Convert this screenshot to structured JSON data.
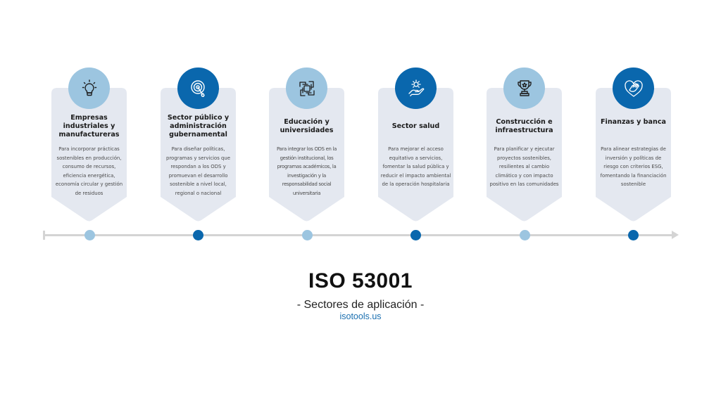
{
  "colors": {
    "light_blue": "#9cc5e0",
    "dark_blue": "#0a67ad",
    "card_bg": "#e4e8f0",
    "timeline": "#d4d4d4",
    "link": "#1a6fb0"
  },
  "sectors": [
    {
      "title": "Empresas industriales y manufactureras",
      "description": "Para incorporar prácticas sostenibles en producción, consumo de recursos, eficiencia energética, economía circular y gestión de residuos",
      "icon": "lightbulb-icon",
      "accent": "light"
    },
    {
      "title": "Sector público y administración gubernamental",
      "description": "Para diseñar políticas, programas y servicios que respondan a los ODS y promuevan el desarrollo sostenible a nivel local, regional o nacional",
      "icon": "target-icon",
      "accent": "dark"
    },
    {
      "title": "Educación y universidades",
      "description": "Para integrar los ODS en la gestión institucional, los programas académicos, la investigación y la responsabilidad social universitaria",
      "icon": "hands-cooperation-icon",
      "accent": "light"
    },
    {
      "title": "Sector salud",
      "description": "Para mejorar el acceso equitativo a servicios, fomentar la salud pública y reducir el impacto ambiental de la operación hospitalaria",
      "icon": "hand-sun-icon",
      "accent": "dark"
    },
    {
      "title": "Construcción e infraestructura",
      "description": "Para planificar y ejecutar proyectos sostenibles, resilientes al cambio climático y con impacto positivo en las comunidades",
      "icon": "trophy-icon",
      "accent": "light"
    },
    {
      "title": "Finanzas y banca",
      "description": "Para alinear estrategias de inversión y políticas de riesgo con criterios ESG, fomentando la financiación sostenible",
      "icon": "heart-hand-icon",
      "accent": "dark"
    }
  ],
  "footer": {
    "title": "ISO 53001",
    "subtitle": "- Sectores de aplicación -",
    "link": "isotools.us"
  }
}
